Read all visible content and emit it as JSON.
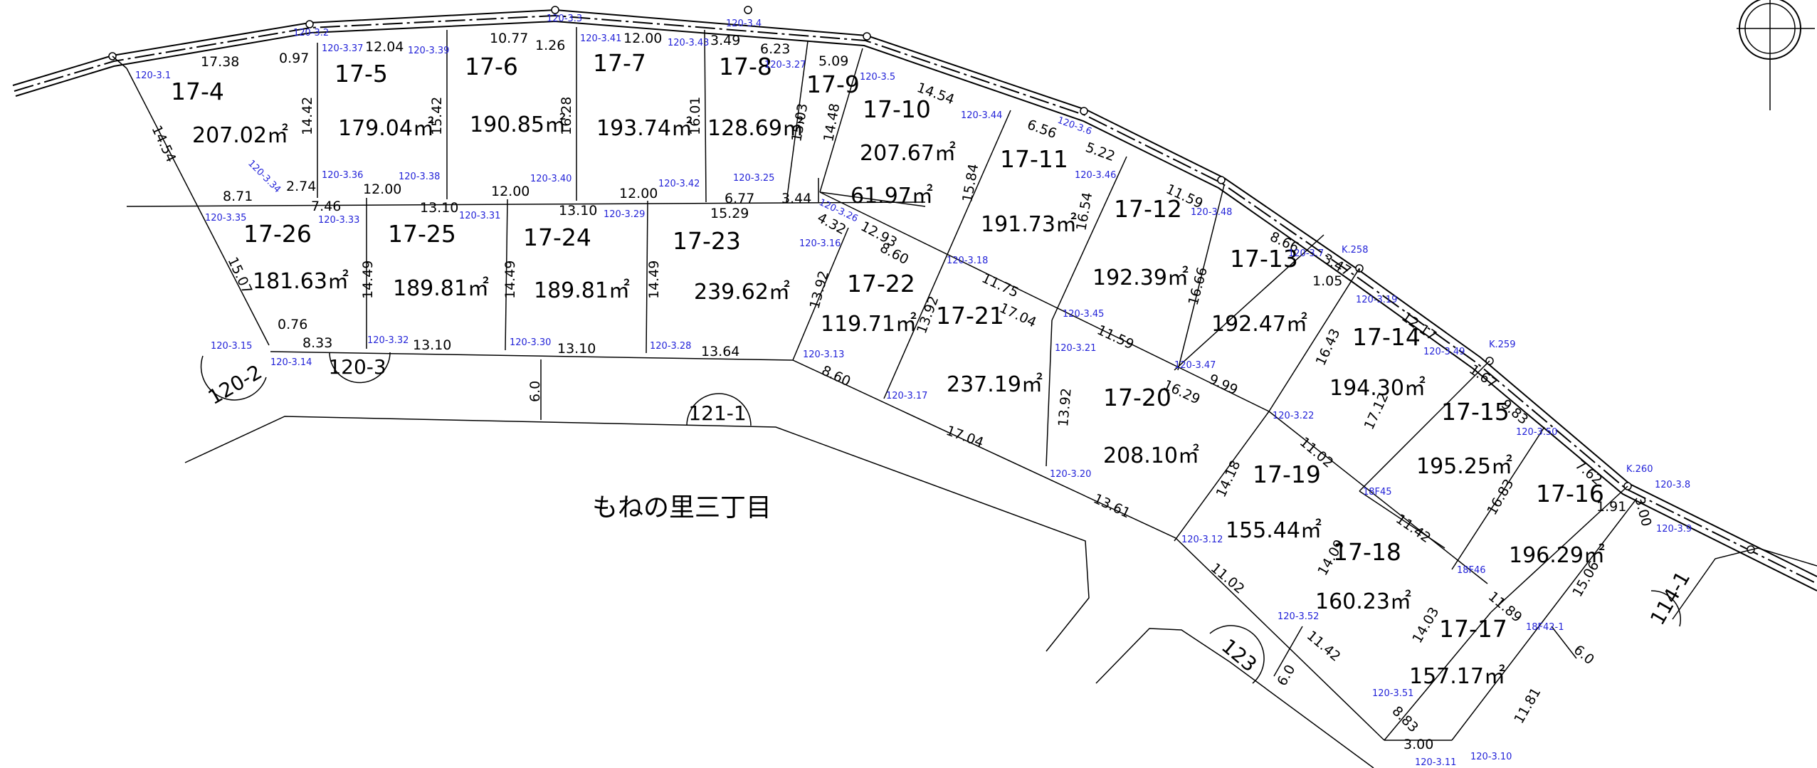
{
  "place_name": "もねの里三丁目",
  "circled_labels": [
    "120-2",
    "120-3",
    "121-1",
    "123",
    "114-1"
  ],
  "lots": [
    {
      "label": "17-4",
      "area": "207.02㎡"
    },
    {
      "label": "17-5",
      "area": "179.04㎡"
    },
    {
      "label": "17-6",
      "area": "190.85㎡"
    },
    {
      "label": "17-7",
      "area": "193.74㎡"
    },
    {
      "label": "17-8",
      "area": "128.69㎡"
    },
    {
      "label": "17-9",
      "area": "61.97㎡"
    },
    {
      "label": "17-10",
      "area": "207.67㎡"
    },
    {
      "label": "17-11",
      "area": "191.73㎡"
    },
    {
      "label": "17-12",
      "area": "192.39㎡"
    },
    {
      "label": "17-13",
      "area": "192.47㎡"
    },
    {
      "label": "17-14",
      "area": "194.30㎡"
    },
    {
      "label": "17-15",
      "area": "195.25㎡"
    },
    {
      "label": "17-16",
      "area": "196.29㎡"
    },
    {
      "label": "17-17",
      "area": "157.17㎡"
    },
    {
      "label": "17-18",
      "area": "160.23㎡"
    },
    {
      "label": "17-19",
      "area": "155.44㎡"
    },
    {
      "label": "17-20",
      "area": "208.10㎡"
    },
    {
      "label": "17-21",
      "area": "237.19㎡"
    },
    {
      "label": "17-22",
      "area": "119.71㎡"
    },
    {
      "label": "17-23",
      "area": "239.62㎡"
    },
    {
      "label": "17-24",
      "area": "189.81㎡"
    },
    {
      "label": "17-25",
      "area": "189.81㎡"
    },
    {
      "label": "17-26",
      "area": "181.63㎡"
    }
  ],
  "dimensions": [
    "17.38",
    "0.97",
    "12.04",
    "10.77",
    "1.26",
    "12.00",
    "3.49",
    "6.23",
    "5.09",
    "14.54",
    "6.56",
    "5.22",
    "11.59",
    "8.66",
    "3.47",
    "1.05",
    "12.17",
    "1.67",
    "9.83",
    "7.62",
    "1.91",
    "3.00",
    "14.54",
    "14.42",
    "15.42",
    "16.28",
    "16.01",
    "15.03",
    "14.48",
    "8.71",
    "2.74",
    "12.00",
    "12.00",
    "12.00",
    "6.77",
    "3.44",
    "7.46",
    "13.10",
    "13.10",
    "15.29",
    "4.32",
    "12.93",
    "8.60",
    "15.84",
    "16.54",
    "16.66",
    "15.07",
    "14.49",
    "14.49",
    "14.49",
    "13.92",
    "11.75",
    "17.04",
    "11.59",
    "0.76",
    "8.33",
    "13.10",
    "13.10",
    "13.64",
    "8.60",
    "13.92",
    "13.92",
    "16.29",
    "9.99",
    "16.43",
    "17.12",
    "6.0",
    "17.04",
    "13.61",
    "11.02",
    "14.18",
    "11.42",
    "16.83",
    "14.09",
    "11.89",
    "15.06",
    "11.02",
    "14.03",
    "11.42",
    "6.0",
    "8.83",
    "3.00",
    "11.81",
    "6.0"
  ],
  "points": [
    "120-3.1",
    "120-3.2",
    "120-3.37",
    "120-3.39",
    "120-3.3",
    "120-3.41",
    "120-3.43",
    "120-3.4",
    "120-3.27",
    "120-3.5",
    "120-3.44",
    "120-3.6",
    "120-3.46",
    "120-3.48",
    "120-3.7",
    "K.258",
    "120-3.19",
    "120-3.49",
    "K.259",
    "120-3.50",
    "K.260",
    "120-3.8",
    "120-3.9",
    "120-3.34",
    "120-3.36",
    "120-3.38",
    "120-3.40",
    "120-3.42",
    "120-3.25",
    "120-3.26",
    "120-3.35",
    "120-3.33",
    "120-3.31",
    "120-3.29",
    "120-3.16",
    "120-3.18",
    "120-3.45",
    "120-3.47",
    "120-3.21",
    "120-3.15",
    "120-3.14",
    "120-3.32",
    "120-3.30",
    "120-3.28",
    "120-3.13",
    "120-3.17",
    "120-3.22",
    "120-3.20",
    "120-3.12",
    "18F45",
    "18F46",
    "18F42-1",
    "120-3.52",
    "120-3.51",
    "120-3.11",
    "120-3.10"
  ]
}
